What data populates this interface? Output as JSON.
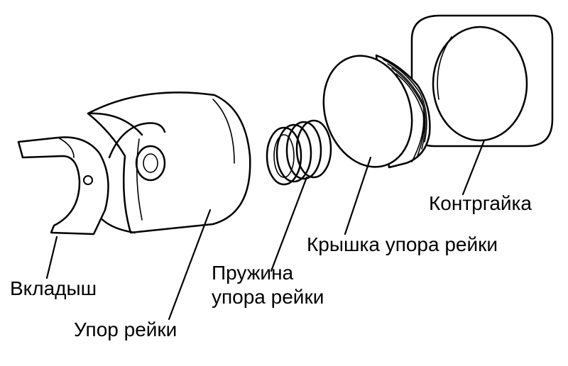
{
  "labels": {
    "liner": "Вкладыш",
    "rack_guide": "Упор рейки",
    "spring_line1": "Пружина",
    "spring_line2": "упора рейки",
    "cap": "Крышка упора рейки",
    "locknut": "Контргайка"
  }
}
